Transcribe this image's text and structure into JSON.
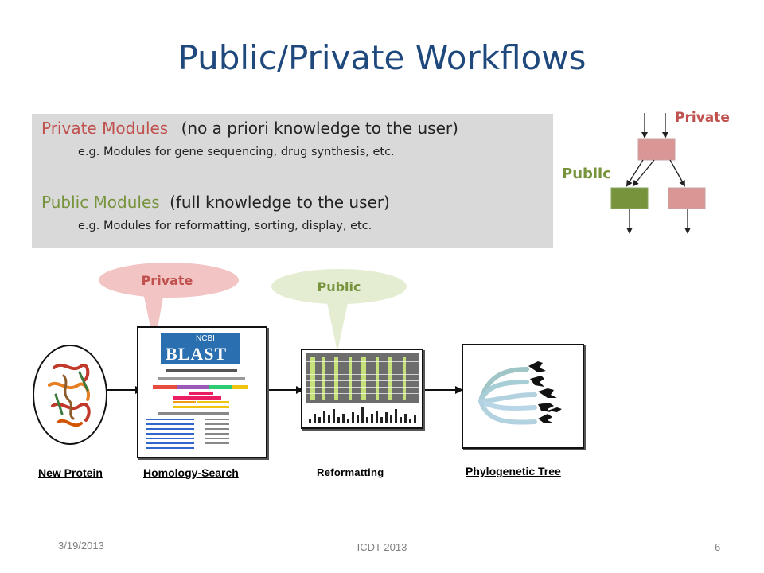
{
  "slide": {
    "title": "Public/Private Workflows"
  },
  "modules": {
    "private_heading": "Private Modules",
    "private_desc": "(no a priori knowledge to the user)",
    "private_example": "e.g. Modules for gene sequencing, drug synthesis, etc.",
    "public_heading": "Public Modules",
    "public_desc": "(full knowledge to the user)",
    "public_example": "e.g. Modules for reformatting, sorting, display, etc."
  },
  "diagram": {
    "private_label": "Private",
    "public_label": "Public"
  },
  "workflow": {
    "bubble_private": "Private",
    "bubble_public": "Public",
    "blast_logo_top": "NCBI",
    "blast_logo_main": "BLAST",
    "captions": [
      "New Protein",
      "Homology-Search",
      "Reformatting",
      "Phylogenetic Tree"
    ]
  },
  "footer": {
    "date": "3/19/2013",
    "conference": "ICDT 2013",
    "page_number": "6"
  },
  "colors": {
    "title": "#1f497d",
    "private": "#c0504d",
    "public": "#77933c",
    "private_box": "#d99694",
    "public_box": "#77933c",
    "bubble_private": "#f2c4c4",
    "bubble_public": "#e4ecd2"
  }
}
